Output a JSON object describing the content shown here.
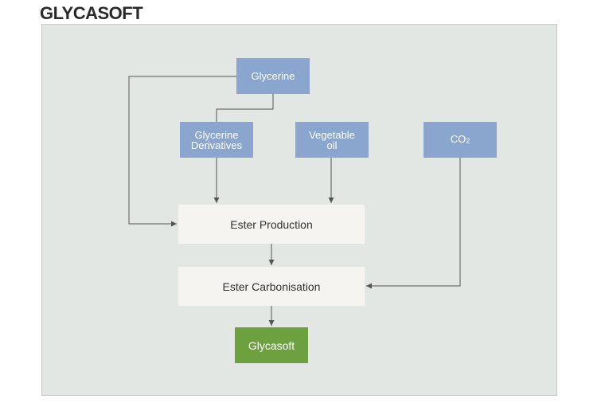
{
  "title": "GLYCASOFT",
  "nodes": {
    "glycerine": "Glycerine",
    "glycerine_derivatives_line1": "Glycerine",
    "glycerine_derivatives_line2": "Derivatives",
    "vegetable_oil_line1": "Vegetable",
    "vegetable_oil_line2": "oil",
    "co2_base": "CO",
    "co2_sub": "2",
    "ester_production": "Ester Production",
    "ester_carbonisation": "Ester Carbonisation",
    "glycasoft": "Glycasoft"
  },
  "colors": {
    "input_node": "#8aa6cf",
    "process_node": "#f5f4f1",
    "output_node": "#6da13f",
    "panel": "#e3e7e3",
    "connector": "#555555"
  }
}
